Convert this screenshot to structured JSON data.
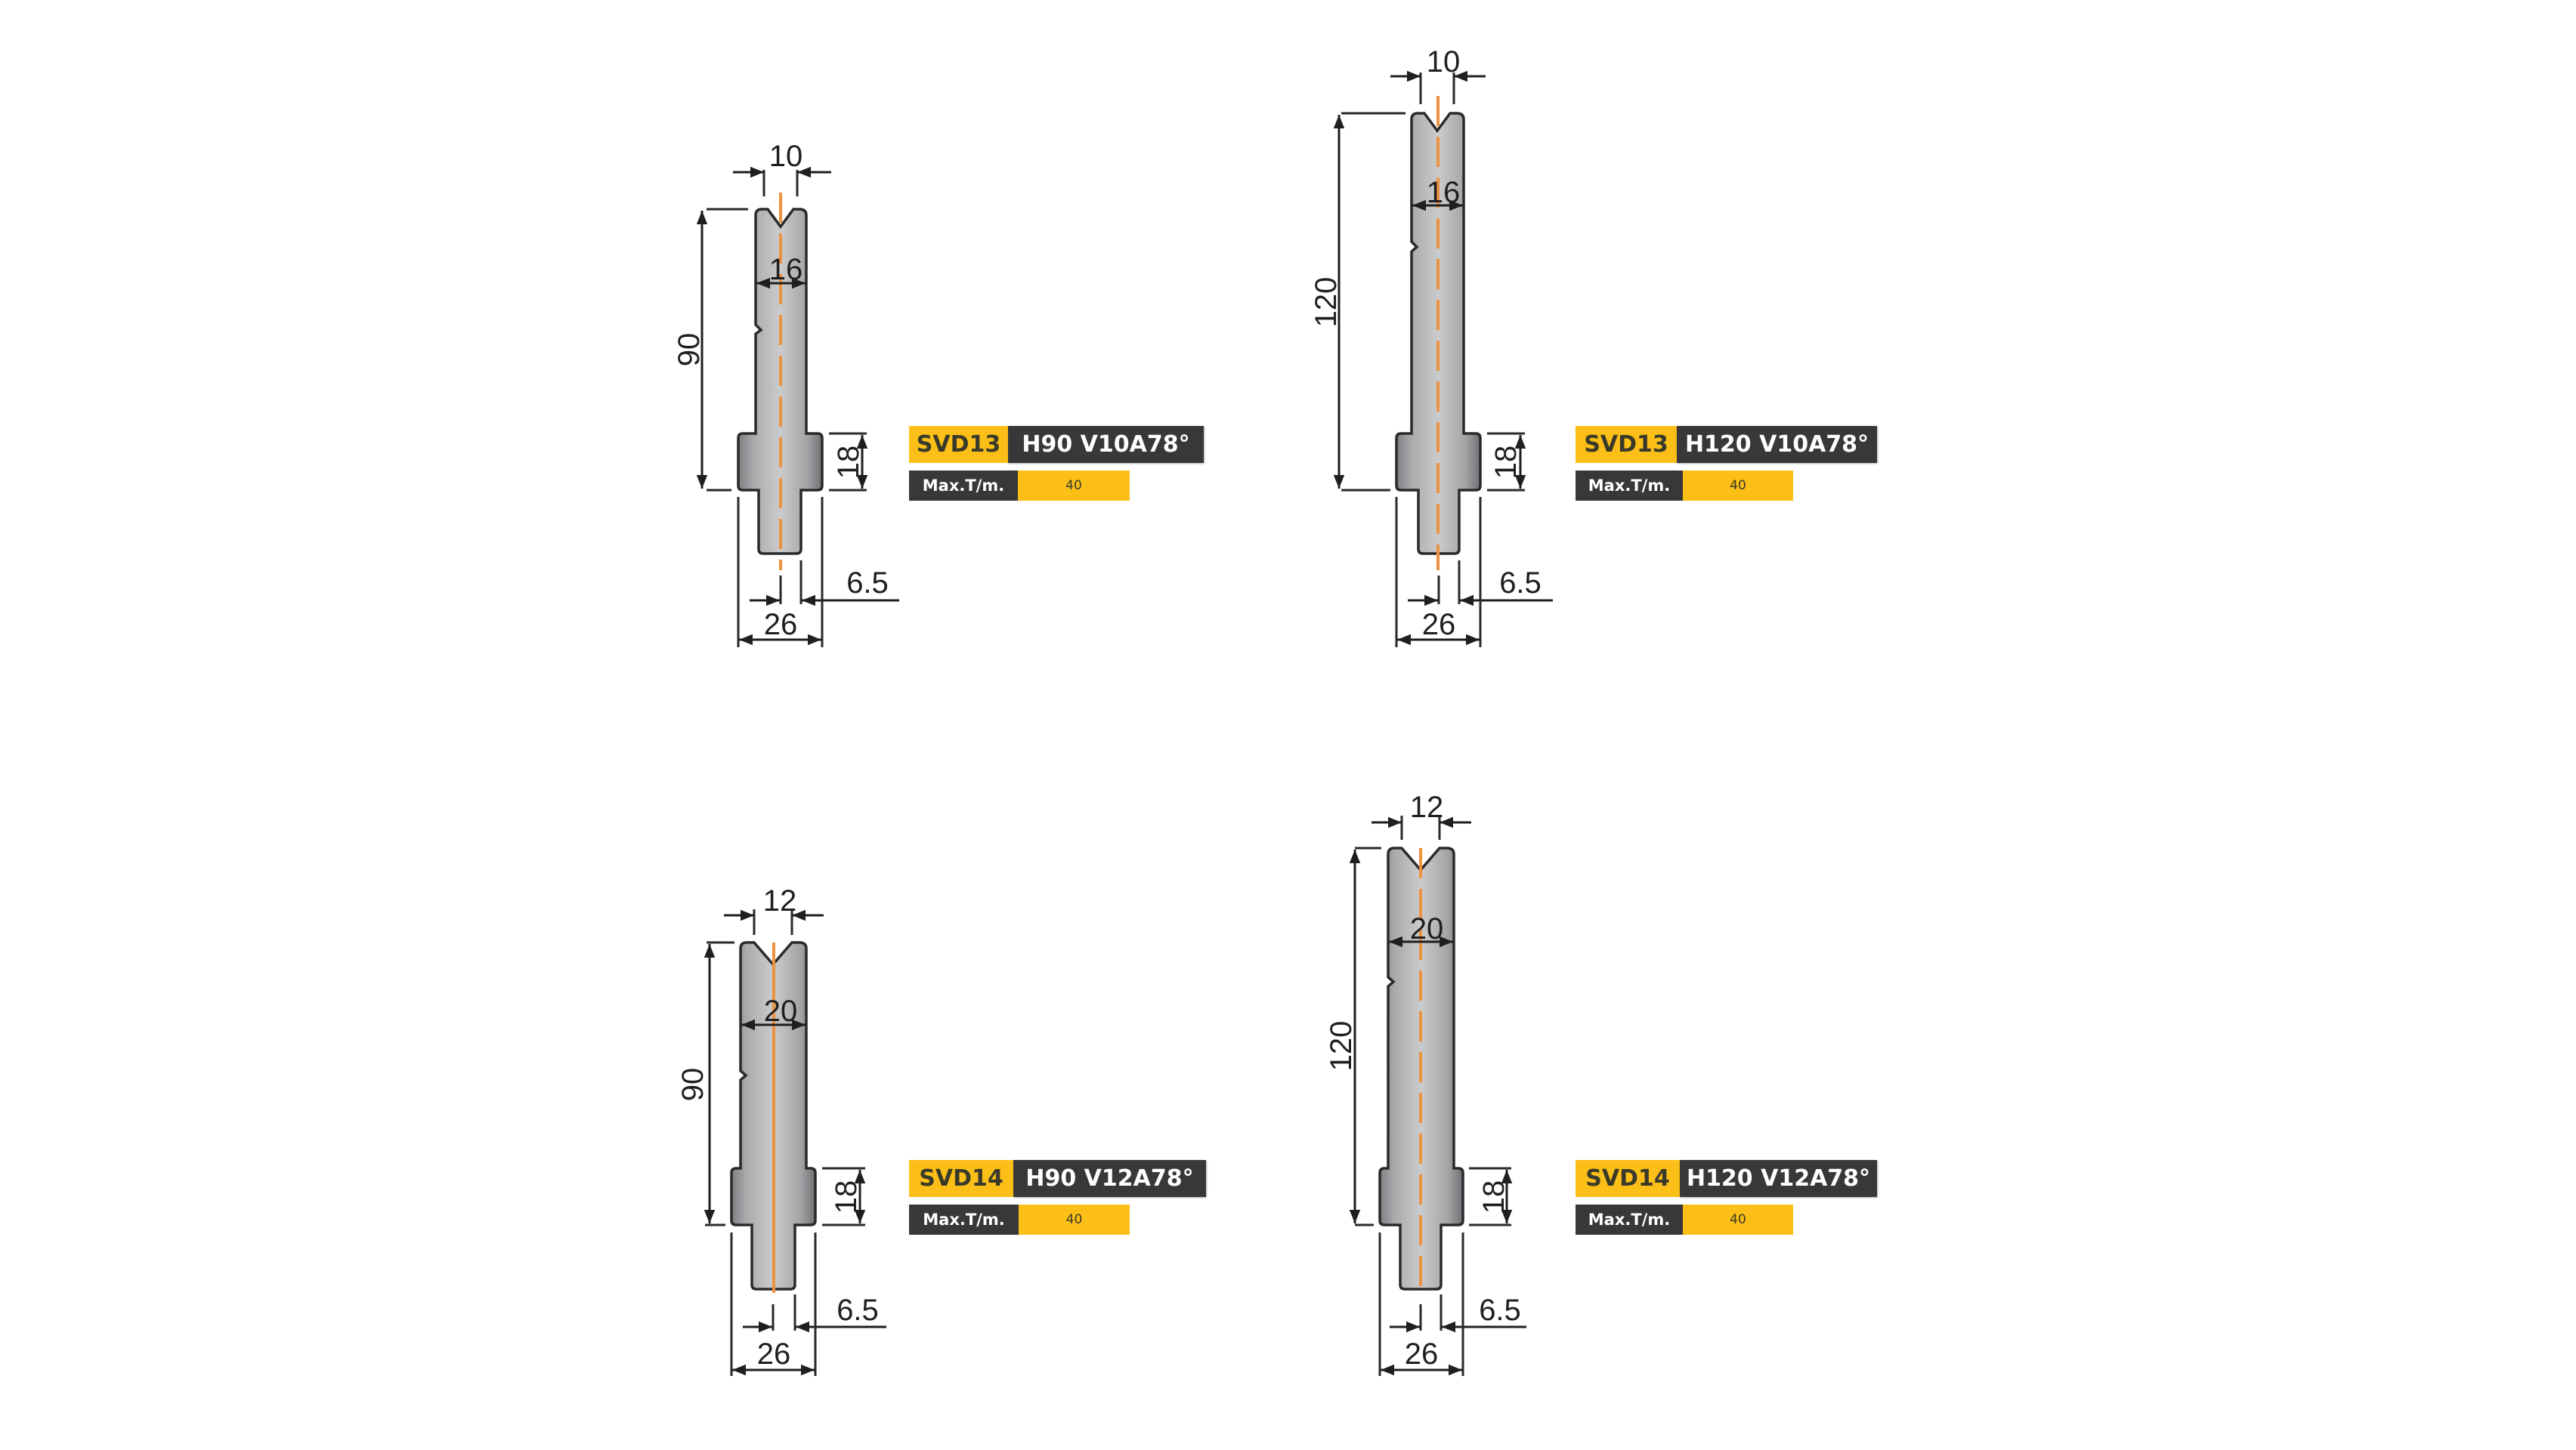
{
  "colors": {
    "accent_yellow": "#fbbf17",
    "label_dark": "#38383a",
    "centerline_orange": "#ee9240",
    "tool_gray": "#b4b6b8",
    "background": "#ffffff"
  },
  "tools": [
    {
      "code": "SVD13",
      "spec": "H90 V10A78°",
      "max_label": "Max.T/m.",
      "max_value": "40",
      "dims": {
        "v_opening": "10",
        "head_width": "16",
        "height": "90",
        "shoulder": "18",
        "tang_offset": "6.5",
        "base_width": "26"
      }
    },
    {
      "code": "SVD13",
      "spec": "H120 V10A78°",
      "max_label": "Max.T/m.",
      "max_value": "40",
      "dims": {
        "v_opening": "10",
        "head_width": "16",
        "height": "120",
        "shoulder": "18",
        "tang_offset": "6.5",
        "base_width": "26"
      }
    },
    {
      "code": "SVD14",
      "spec": "H90 V12A78°",
      "max_label": "Max.T/m.",
      "max_value": "40",
      "dims": {
        "v_opening": "12",
        "head_width": "20",
        "height": "90",
        "shoulder": "18",
        "tang_offset": "6.5",
        "base_width": "26"
      }
    },
    {
      "code": "SVD14",
      "spec": "H120 V12A78°",
      "max_label": "Max.T/m.",
      "max_value": "40",
      "dims": {
        "v_opening": "12",
        "head_width": "20",
        "height": "120",
        "shoulder": "18",
        "tang_offset": "6.5",
        "base_width": "26"
      }
    }
  ]
}
